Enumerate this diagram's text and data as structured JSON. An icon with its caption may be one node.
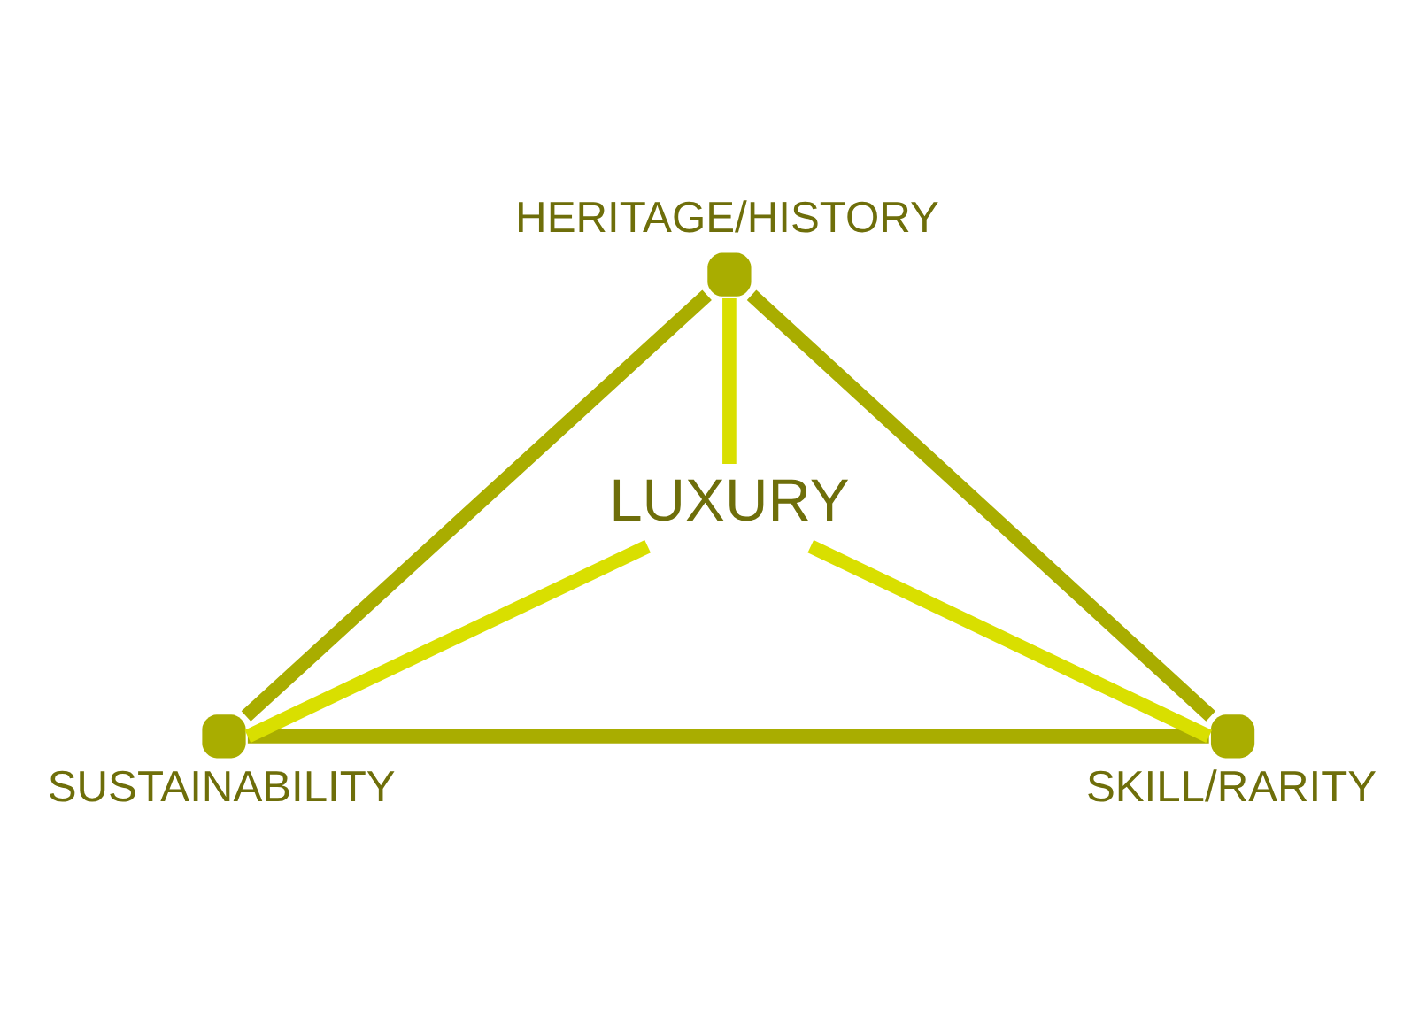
{
  "diagram": {
    "nodes": [
      {
        "text": [],
        "shape": "circle",
        "beside": [
          "HERITAGE/HISTORY"
        ]
      },
      {
        "text": [],
        "shape": "circle",
        "beside": [
          "SUSTAINABILITY"
        ]
      },
      {
        "text": [],
        "shape": "circle",
        "beside": [
          "SKILL/RARITY"
        ]
      },
      {
        "text": [
          "LUXURY"
        ]
      }
    ],
    "edges": [
      {
        "from": 0,
        "to": 1,
        "arrow": "none",
        "color": "#a9ad00"
      },
      {
        "from": 0,
        "to": 2,
        "arrow": "none",
        "color": "#a9ad00"
      },
      {
        "from": 1,
        "to": 2,
        "arrow": "none",
        "color": "#a9ad00"
      },
      {
        "from": 0,
        "to": 3,
        "arrow": "none",
        "color": "#d9df00"
      },
      {
        "from": 1,
        "to": 3,
        "arrow": "none",
        "color": "#d9df00"
      },
      {
        "from": 2,
        "to": 3,
        "arrow": "none",
        "color": "#d9df00"
      }
    ]
  }
}
